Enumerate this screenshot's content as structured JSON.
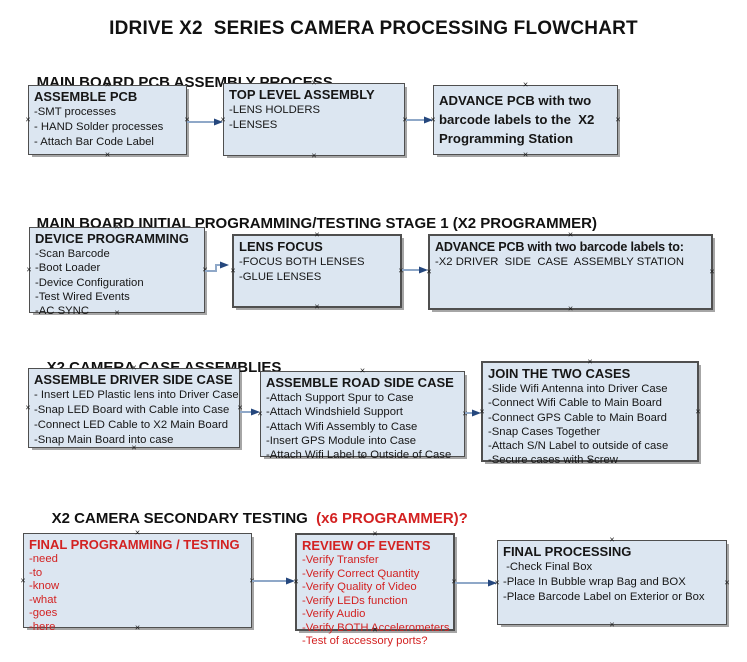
{
  "title": "IDRIVE X2  SERIES CAMERA PROCESSING FLOWCHART",
  "anchor_glyph": "×",
  "colors": {
    "box_fill": "#dce6f1",
    "box_border": "#4f4f4f",
    "box_shadow": "#a6a6a6",
    "arrow_line": "#8fa8c8",
    "arrow_head": "#25477d",
    "red": "#d32222",
    "text": "#161616"
  },
  "sections": [
    {
      "heading": "MAIN BOARD PCB ASSEMBLY PROCESS",
      "boxes": [
        {
          "title": "ASSEMBLE PCB",
          "items": [
            "-SMT processes",
            "- HAND Solder processes",
            "- Attach Bar Code Label"
          ]
        },
        {
          "title": "TOP LEVEL ASSEMBLY",
          "items": [
            "-LENS HOLDERS",
            "-LENSES"
          ]
        },
        {
          "title": "ADVANCE PCB with two barcode labels to the  X2 Programming Station",
          "items": []
        }
      ]
    },
    {
      "heading": "MAIN BOARD INITIAL PROGRAMMING/TESTING STAGE 1 (X2 PROGRAMMER)",
      "boxes": [
        {
          "title": "DEVICE PROGRAMMING",
          "items": [
            "-Scan Barcode",
            "-Boot Loader",
            "-Device Configuration",
            "-Test Wired Events",
            "-AC SYNC"
          ]
        },
        {
          "title": "LENS FOCUS",
          "items": [
            "-FOCUS BOTH LENSES",
            "-GLUE LENSES"
          ]
        },
        {
          "title": "ADVANCE PCB with two barcode labels to:",
          "items": [
            "-X2 DRIVER  SIDE  CASE  ASSEMBLY STATION"
          ]
        }
      ]
    },
    {
      "heading": "X2 CAMERA CASE ASSEMBLIES",
      "boxes": [
        {
          "title": "ASSEMBLE DRIVER SIDE CASE",
          "items": [
            "- Insert LED Plastic lens into Driver Case",
            "-Snap LED Board with Cable into Case",
            "-Connect LED Cable to X2 Main Board",
            "-Snap Main Board into case"
          ]
        },
        {
          "title": "ASSEMBLE ROAD SIDE CASE",
          "items": [
            "-Attach Support Spur to Case",
            "-Attach Windshield Support",
            "-Attach Wifi Assembly to Case",
            "-Insert GPS Module into Case",
            "-Attach Wifi Label to Outside of Case"
          ]
        },
        {
          "title": "JOIN THE TWO CASES",
          "items": [
            "-Slide Wifi Antenna into Driver Case",
            "-Connect Wifi Cable to Main Board",
            "-Connect GPS Cable to Main Board",
            "-Snap Cases Together",
            "-Attach S/N Label to outside of case",
            "-Secure cases with Screw"
          ]
        }
      ]
    },
    {
      "heading": "X2 CAMERA SECONDARY TESTING  ",
      "heading_red": "(x6 PROGRAMMER)?",
      "boxes": [
        {
          "title": "FINAL PROGRAMMING / TESTING",
          "items": [
            "-need",
            "-to",
            "-know",
            "-what",
            "-goes",
            "-here"
          ]
        },
        {
          "title": "REVIEW OF EVENTS",
          "items": [
            "-Verify Transfer",
            "-Verify Correct Quantity",
            "-Verify Quality of Video",
            "-Verify LEDs function",
            "-Verify Audio",
            "-Verify BOTH Accelerometers",
            "-Test of accessory ports?"
          ]
        },
        {
          "title": "FINAL PROCESSING",
          "items": [
            " -Check Final Box",
            "-Place In Bubble wrap Bag and BOX",
            "-Place Barcode Label on Exterior or Box"
          ]
        }
      ]
    }
  ]
}
